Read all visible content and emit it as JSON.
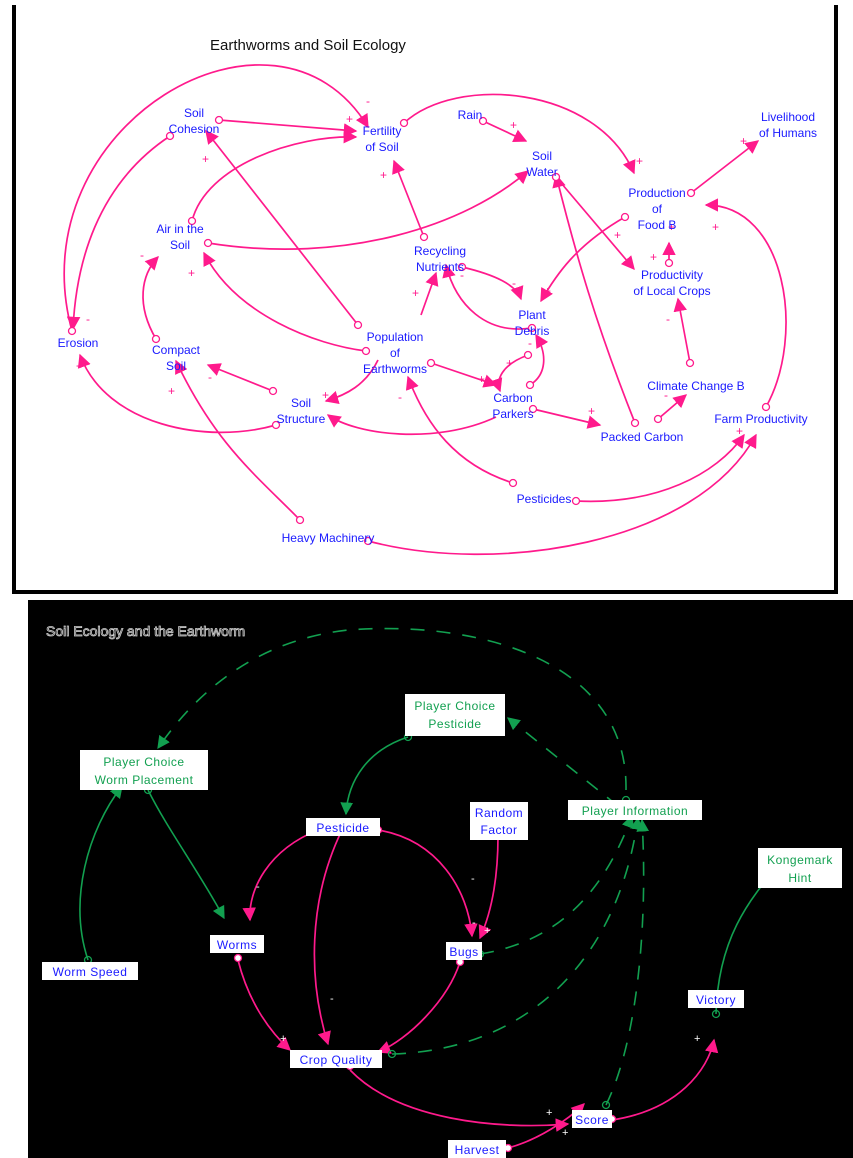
{
  "top_diagram": {
    "title": "Earthworms and Soil Ecology",
    "nodes": {
      "soil_cohesion": [
        "Soil",
        "Cohesion"
      ],
      "fertility": [
        "Fertility",
        "of Soil"
      ],
      "rain": [
        "Rain"
      ],
      "soil_water": [
        "Soil",
        "Water"
      ],
      "livelihood": [
        "Livelihood",
        "of Humans"
      ],
      "production": [
        "Production",
        "of",
        "Food B"
      ],
      "air": [
        "Air in the",
        "Soil"
      ],
      "recycling": [
        "Recycling",
        "Nutrients"
      ],
      "productivity": [
        "Productivity",
        "of Local Crops"
      ],
      "plant_debris": [
        "Plant",
        "Debris"
      ],
      "erosion": [
        "Erosion"
      ],
      "compact_soil": [
        "Compact",
        "Soil"
      ],
      "population": [
        "Population",
        "of",
        "Earthworms"
      ],
      "climate_change": [
        "Climate Change B"
      ],
      "carbon_parkers": [
        "Carbon",
        "Parkers"
      ],
      "farm_productivity": [
        "Farm Productivity"
      ],
      "soil_structure": [
        "Soil",
        "Structure"
      ],
      "packed_carbon": [
        "Packed Carbon"
      ],
      "pesticides": [
        "Pesticides"
      ],
      "heavy_machinery": [
        "Heavy Machinery"
      ]
    },
    "polarity": {
      "plus": "+",
      "minus": "-"
    }
  },
  "bottom_diagram": {
    "title": "Soil Ecology and the Earthworm",
    "nodes": {
      "choice_pesticide": [
        "Player Choice",
        "Pesticide"
      ],
      "choice_worm": [
        "Player Choice",
        "Worm Placement"
      ],
      "random_factor": [
        "Random",
        "Factor"
      ],
      "pesticide": [
        "Pesticide"
      ],
      "player_information": [
        "Player Information"
      ],
      "kongemark": [
        "Kongemark",
        "Hint"
      ],
      "worms": [
        "Worms"
      ],
      "bugs": [
        "Bugs"
      ],
      "worm_speed": [
        "Worm Speed"
      ],
      "victory": [
        "Victory"
      ],
      "crop_quality": [
        "Crop Quality"
      ],
      "score": [
        "Score"
      ],
      "harvest": [
        "Harvest"
      ]
    },
    "polarity": {
      "plus": "+",
      "minus": "-"
    },
    "colors": {
      "background": "#000000",
      "causal_link": "#ff1a8c",
      "info_link": "#12a050",
      "green_text": "#12a050",
      "blue_text": "#1a1aff"
    }
  }
}
